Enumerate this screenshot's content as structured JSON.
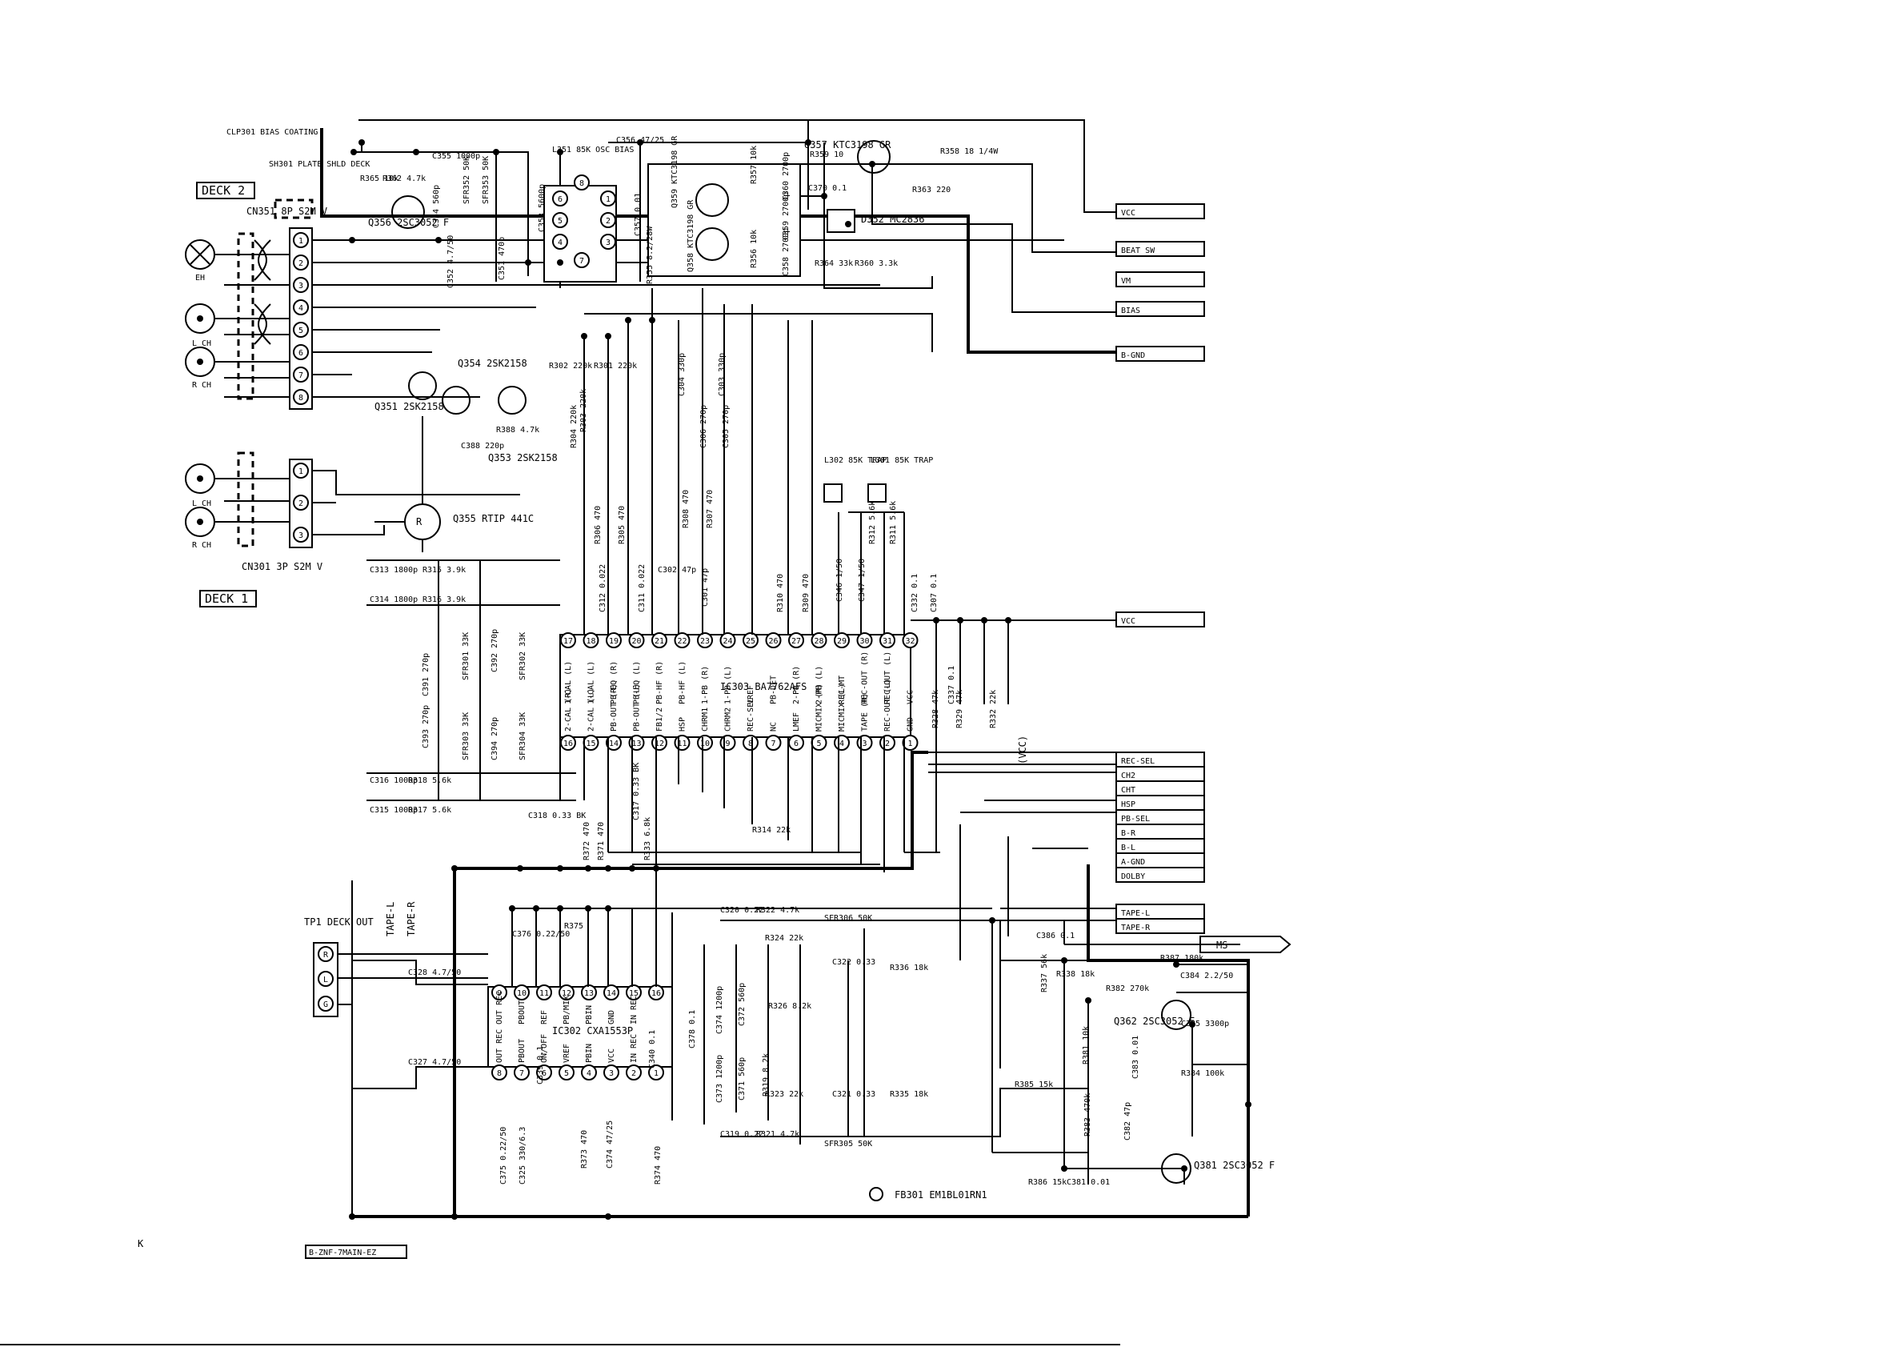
{
  "deck2_label": "DECK 2",
  "deck1_label": "DECK 1",
  "clp301_label": "CLP301 BIAS COATING",
  "sh301_label": "SH301 PLATE SHLD DECK",
  "cn351_label": "CN351 8P S2M V",
  "cn301_label": "CN301 3P S2M V",
  "head_labels": [
    "EH",
    "L CH",
    "R CH",
    "L CH",
    "R CH"
  ],
  "tp1_label": "TP1 DECK OUT",
  "tp1_pins": [
    "R",
    "L",
    "G"
  ],
  "ic303": {
    "label": "IC303 BA7762AFS",
    "top_pins": [
      "17",
      "18",
      "19",
      "20",
      "21",
      "22",
      "23",
      "24",
      "25",
      "26",
      "27",
      "28",
      "29",
      "30",
      "31",
      "32"
    ],
    "top_names": [
      "1-CAL (L)",
      "1-CAL (L)",
      "PB-EQ (R)",
      "PB-EQ (L)",
      "PB-HF (R)",
      "PB-HF (L)",
      "1-PB (R)",
      "1-PB (L)",
      "VREF",
      "PB-DET",
      "2-PB (R)",
      "2-PB (L)",
      "REC-MT",
      "REC-OUT (R)",
      "REC-OUT (L)",
      "VCC"
    ],
    "bottom_pins": [
      "16",
      "15",
      "14",
      "13",
      "12",
      "11",
      "10",
      "9",
      "8",
      "7",
      "6",
      "5",
      "4",
      "3",
      "2",
      "1"
    ],
    "bottom_names": [
      "2-CAL (R)",
      "2-CAL (L)",
      "PB-OUT (R)",
      "PB-OUT (L)",
      "FB1/2",
      "HSP",
      "CHRM1",
      "CHRM2",
      "REC-SEL",
      "NC",
      "LMEF",
      "MICMIX (R)",
      "MICMIX (L)",
      "TAPE (R)",
      "REC-OUT (L)",
      "GND"
    ]
  },
  "ic302": {
    "label": "IC302 CXA1553P",
    "top_pins": [
      "9",
      "10",
      "11",
      "12",
      "13",
      "14",
      "15",
      "16"
    ],
    "top_names": [
      "OUT REC",
      "PBOUT",
      "REF",
      "PB/MIX",
      "PBIN",
      "GND",
      "IN REC",
      ""
    ],
    "bottom_pins": [
      "8",
      "7",
      "6",
      "5",
      "4",
      "3",
      "2",
      "1"
    ],
    "bottom_names": [
      "OUT REC",
      "PBOUT",
      "ON/OFF",
      "VREF",
      "PBIN",
      "VCC",
      "IN REC",
      ""
    ]
  },
  "right_labels_top": [
    "VCC",
    "BEAT SW",
    "VM",
    "BIAS",
    "B-GND"
  ],
  "right_labels_mid": [
    "VCC"
  ],
  "right_labels_bus": [
    "REC-SEL",
    "CH2",
    "CHT",
    "HSP",
    "PB-SEL",
    "B-R",
    "B-L",
    "A-GND",
    "DOLBY",
    "TAPE-L",
    "TAPE-R"
  ],
  "ms_label": "MS",
  "tape_labels": [
    "TAPE-L",
    "TAPE-R"
  ],
  "transistors": [
    {
      "name": "Q356 2SC3052 F"
    },
    {
      "name": "Q357 KTC3198 GR"
    },
    {
      "name": "Q359 KTC3198 GR"
    },
    {
      "name": "Q358 KTC3198 GR"
    },
    {
      "name": "Q354 2SK2158"
    },
    {
      "name": "Q351 2SK2158"
    },
    {
      "name": "Q353 2SK2158"
    },
    {
      "name": "Q355 RTIP 441C"
    },
    {
      "name": "Q362 2SC3052 F"
    },
    {
      "name": "Q381 2SC3052 F"
    }
  ],
  "diode_label": "D352 MC2836",
  "osc_label": "L351 85K OSC BIAS",
  "trap_labels": [
    "L302 85K TRAP",
    "L301 85K TRAP"
  ],
  "components": {
    "top": [
      "C356 47/25",
      "R359 10",
      "R358 18 1/4W",
      "C370 0.1",
      "R363 220",
      "R364 33k",
      "R360 3.3k",
      "R365 10k",
      "R362 4.7k",
      "C355 1000p",
      "SFR352 50K",
      "SFR353 50K",
      "C354 560p",
      "C352 4.7/50",
      "C351 470p",
      "C353 5600p",
      "C357 0.01",
      "R355 8.2/28W",
      "C360 2700p",
      "C359 2700p",
      "C358 2700p",
      "R357 10k",
      "R356 10k"
    ],
    "left": [
      "C388 220p",
      "R388 4.7k",
      "R302 220k",
      "R301 220k",
      "C304 330p",
      "C303 330p",
      "R304 220k",
      "R303 220k",
      "C306 270p",
      "C305 270p",
      "R306 470",
      "R305 470",
      "R308 470",
      "R307 470",
      "C313 1800p",
      "R315 3.9k",
      "C314 1800p",
      "R316 3.9k",
      "C302 47p",
      "C312 0.022",
      "C311 0.022",
      "C301 47p",
      "R310 470",
      "R309 470",
      "C346 1/50",
      "C347 1/50",
      "R312 5.6k",
      "R311 5.6k",
      "C332 0.1",
      "C307 0.1",
      "C391 270p",
      "SFR301 33K",
      "C392 270p",
      "SFR302 33K",
      "C393 270p",
      "SFR303 33K",
      "C394 270p",
      "SFR304 33K",
      "C316 1000p",
      "R318 5.6k",
      "C315 1000p",
      "R317 5.6k",
      "C318 0.33 BK",
      "C317 0.33 BK",
      "R372 470",
      "R371 470",
      "R333 6.8k",
      "R314 22k",
      "C337 0.1",
      "R328 47k",
      "R329 47k",
      "R332 22k"
    ],
    "bottom": [
      "C328 4.7/50",
      "C327 4.7/50",
      "C376 0.22/50",
      "R375",
      "C320 0.22",
      "R322 4.7k",
      "SFR306 50K",
      "R324 22k",
      "C374 1200p",
      "C372 560p",
      "R326 8.2k",
      "C322 0.33",
      "R336 18k",
      "C373 1200p",
      "C371 560p",
      "R319 8.2k",
      "R323 22k",
      "C321 0.33",
      "R335 18k",
      "C340 0.1",
      "C378 0.1",
      "C339 0.1",
      "C319 0.22",
      "R321 4.7k",
      "SFR305 50K",
      "C375 0.22/50",
      "C325 330/6.3",
      "R373 470",
      "C374 47/25",
      "R374 470",
      "C386 0.1",
      "R337 56k",
      "R338 18k",
      "R382 270k",
      "R387 180k",
      "C384 2.2/50",
      "C385 3300p",
      "R381 10k",
      "C383 0.01",
      "R384 100k",
      "R385 15k",
      "R383 470k",
      "C382 47p",
      "R386 15k",
      "C381 0.01"
    ]
  },
  "fb_label": "FB301 EM1BL01RN1",
  "vcc_tag": "(VCC)",
  "corner_mark": "K",
  "board_label": "B-ZNF-7MAIN-EZ"
}
